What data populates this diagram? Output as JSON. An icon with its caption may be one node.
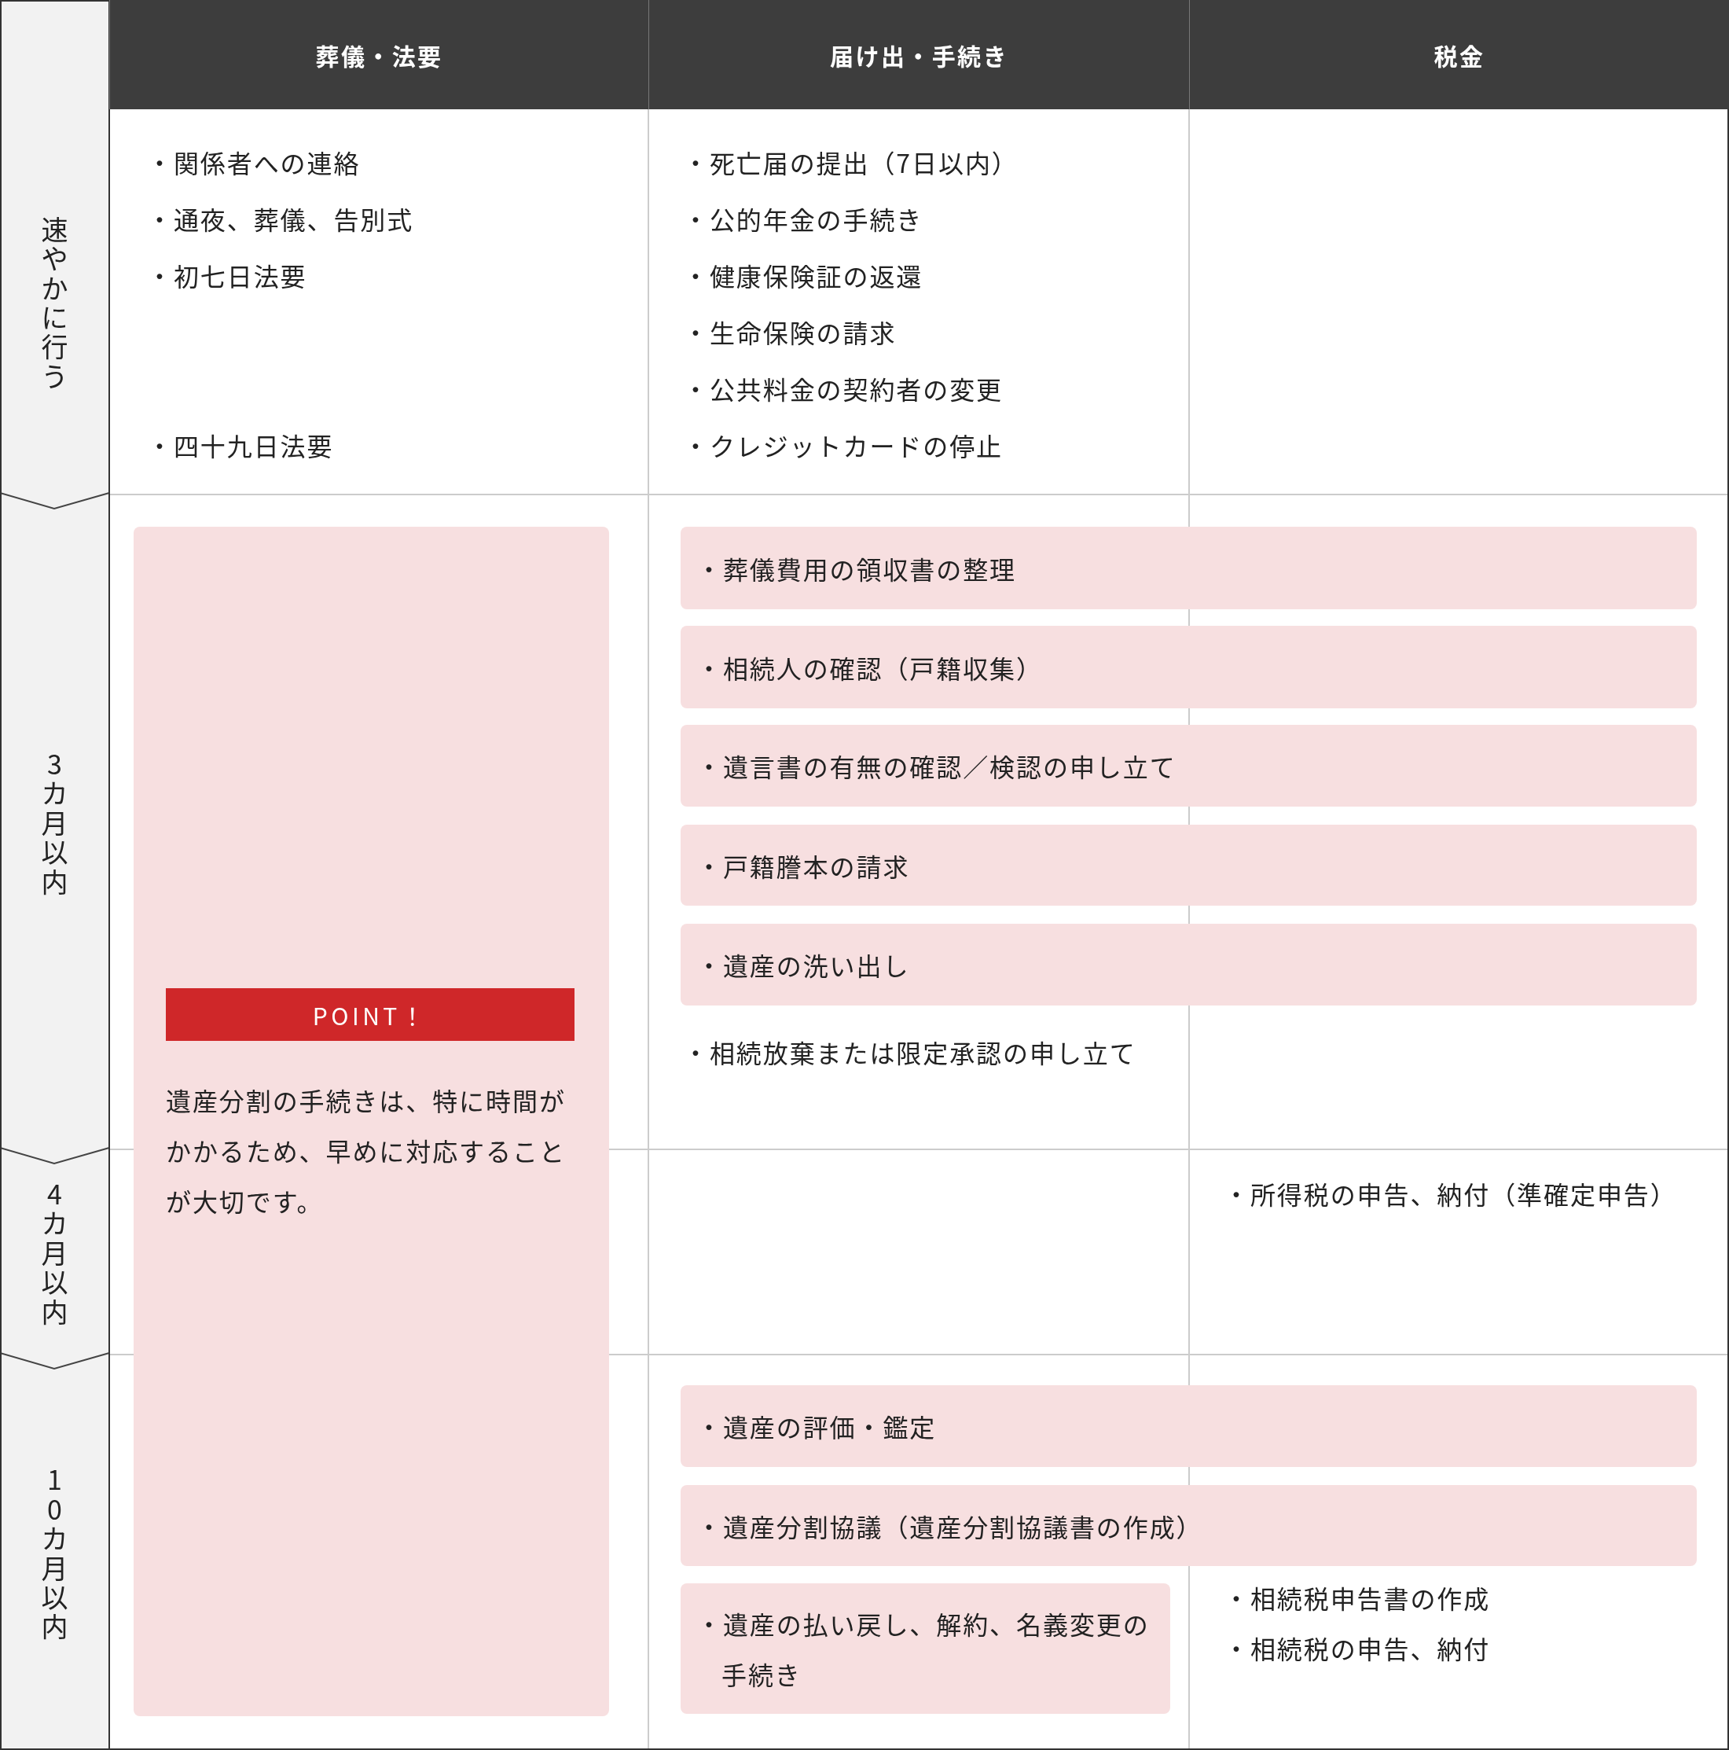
{
  "diagram": {
    "nodes": [
      {
        "text": [
          "葬儀・法要"
        ]
      },
      {
        "text": [
          "届け出・手続き"
        ]
      },
      {
        "text": [
          "税金"
        ]
      },
      {
        "text": [
          "速やかに行う"
        ]
      },
      {
        "text": [
          "3カ月以内"
        ]
      },
      {
        "text": [
          "4カ月以内"
        ]
      },
      {
        "text": [
          "10カ月以内"
        ]
      },
      {
        "text": [
          "遺産分割の手続きは、特に時間がかかるため、早めに対応することが大切です。"
        ]
      },
      {
        "text": [
          "POINT！"
        ],
        "in": 7
      },
      {
        "text": [
          "・葬儀費用の領収書の整理"
        ]
      },
      {
        "text": [
          "・相続人の確認（戸籍収集）"
        ]
      },
      {
        "text": [
          "・遺言書の有無の確認／検認の申し立て"
        ]
      },
      {
        "text": [
          "・戸籍謄本の請求"
        ]
      },
      {
        "text": [
          "・遺産の洗い出し"
        ]
      },
      {
        "text": [
          "・遺産の評価・鑑定"
        ]
      },
      {
        "text": [
          "・遺産分割協議（遺産分割協議書の作成）"
        ]
      },
      {
        "text": [
          "・遺産の払い戻し、解約、名義変更の手続き"
        ]
      }
    ],
    "labels": [
      "・関係者への連絡",
      "・死亡届の提出（7日以内）",
      "・通夜、葬儀、告別式",
      "・公的年金の手続き",
      "・初七日法要",
      "・健康保険証の返還",
      "・生命保険の請求",
      "・公共料金の契約者の変更",
      "・四十九日法要",
      "・クレジットカードの停止",
      "・相続放棄または限定承認の申し立て",
      "・所得税の申告、納付（準確定申告）",
      "・相続税申告書の作成",
      "・相続税の申告、納付"
    ]
  }
}
